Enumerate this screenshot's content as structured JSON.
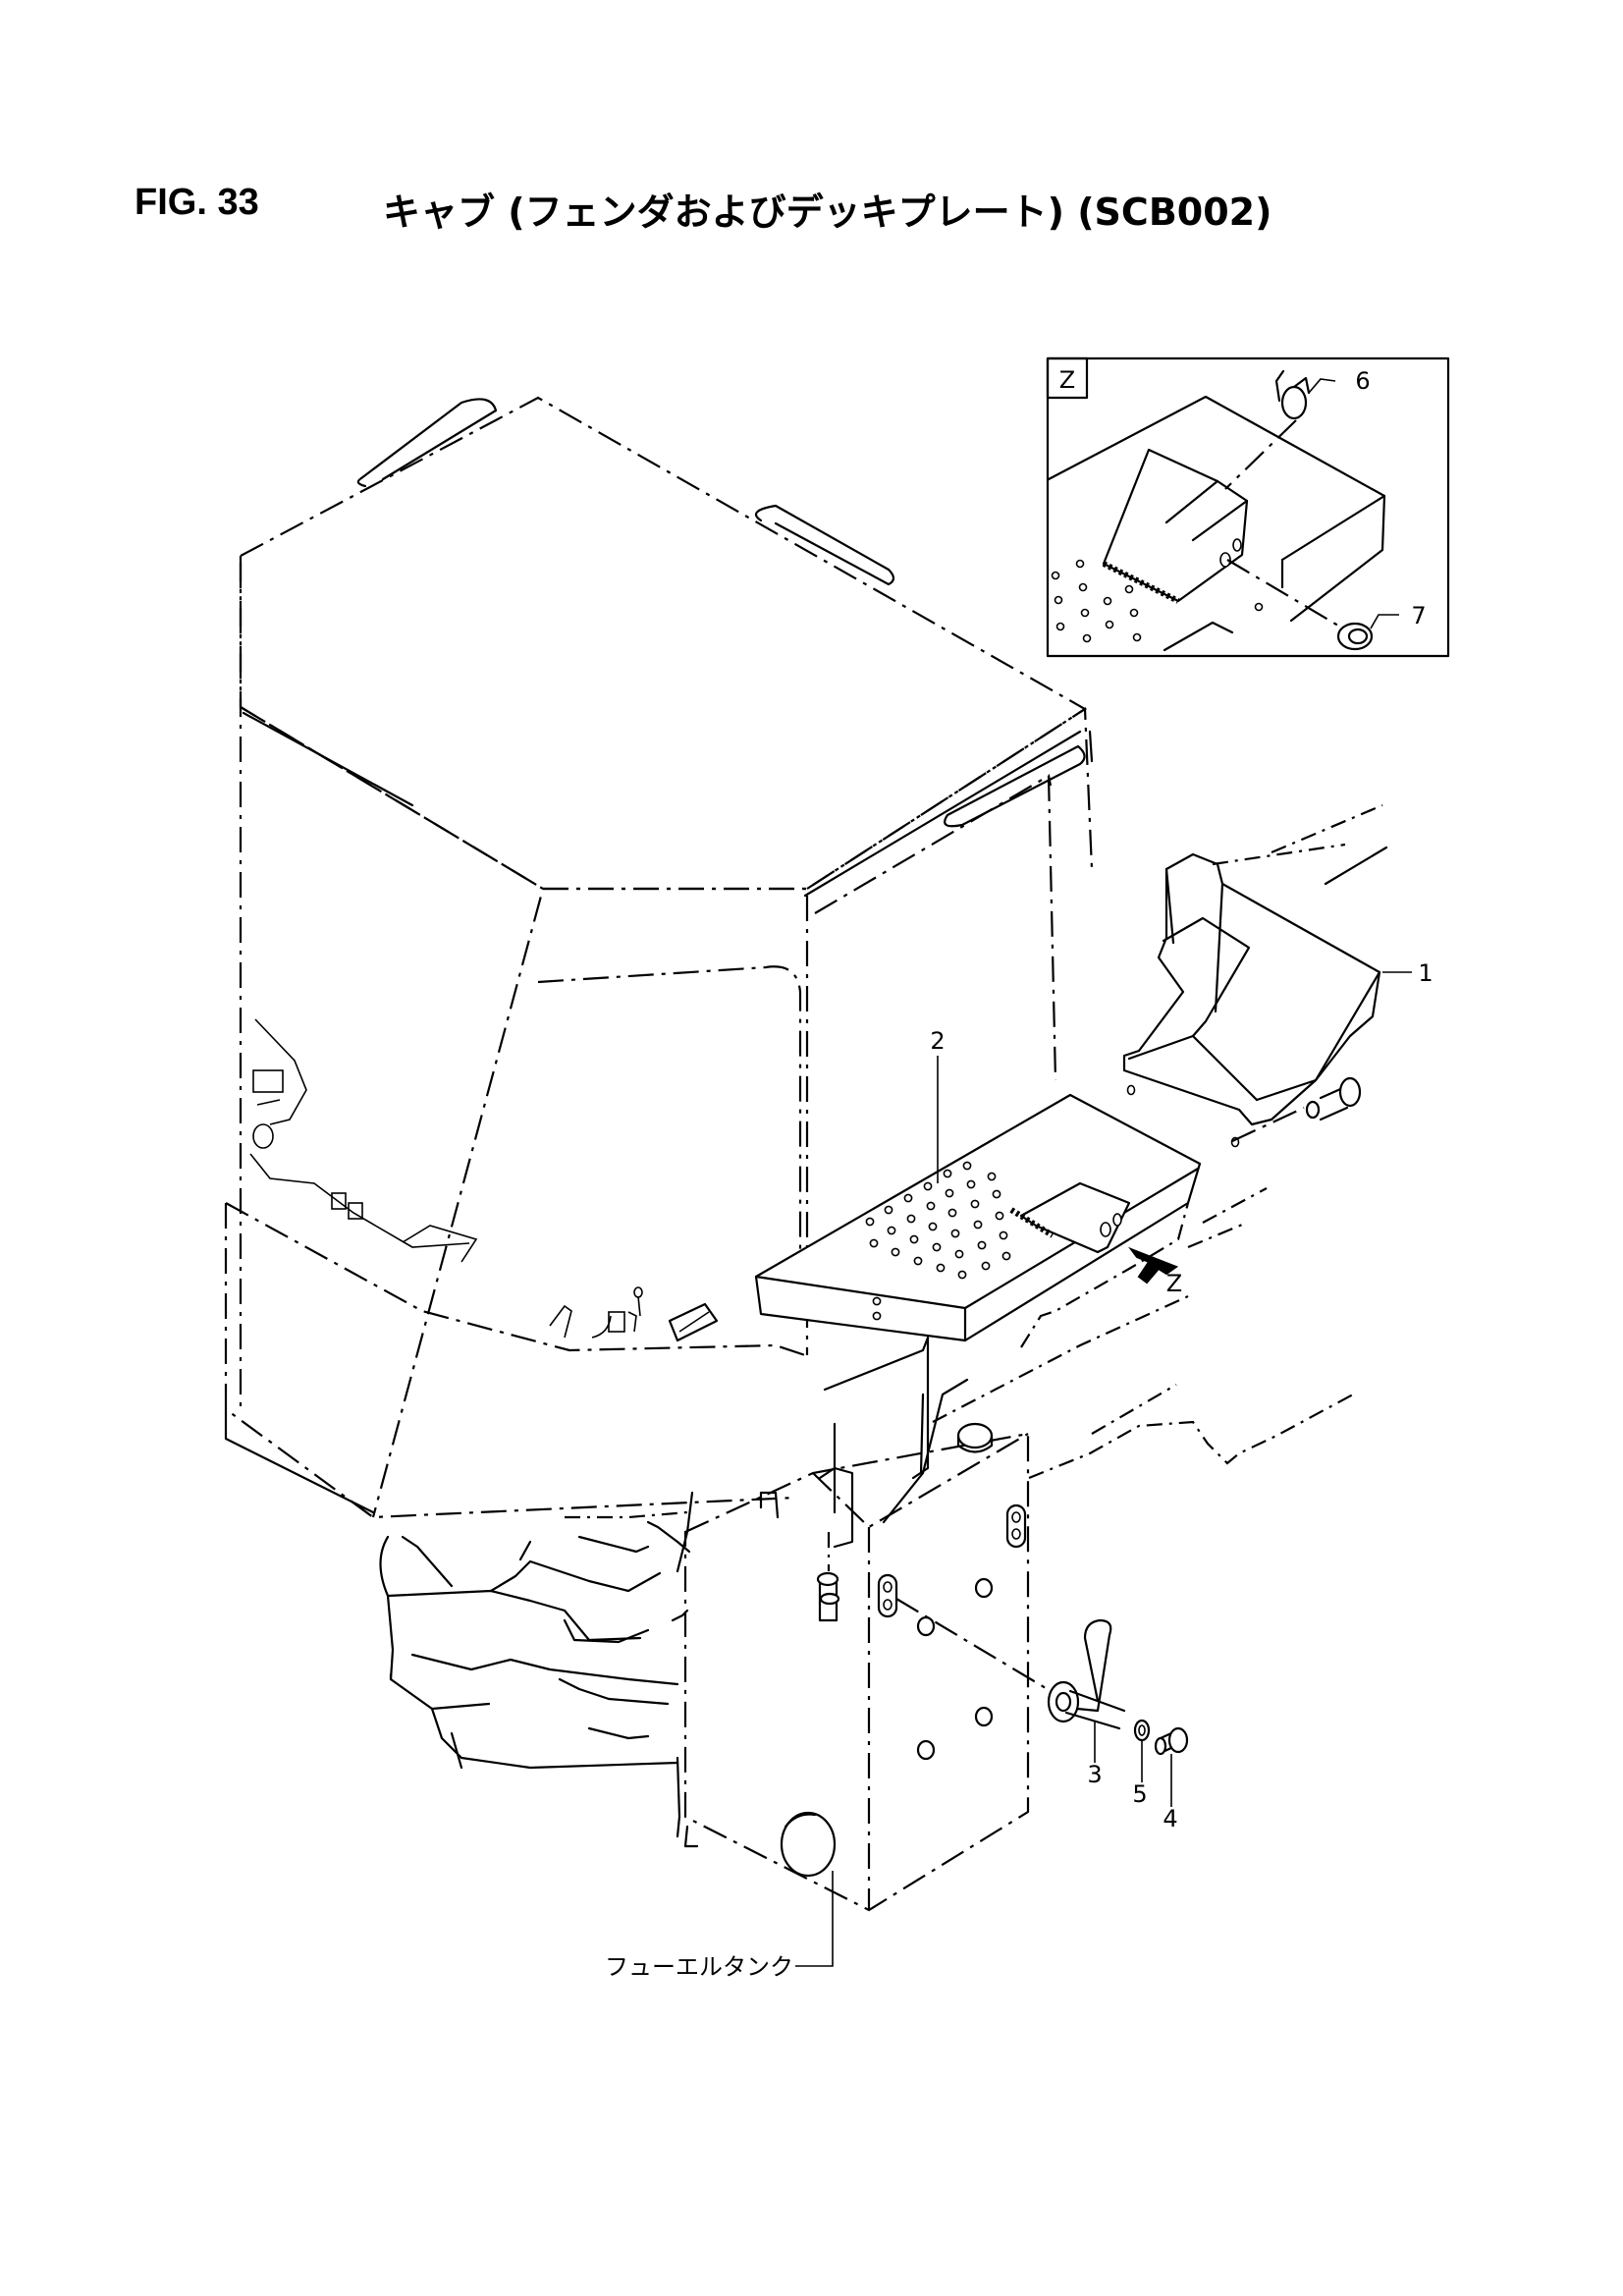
{
  "header": {
    "fig_number": "FIG. 33",
    "title": "キャブ (フェンダおよびデッキプレート) (SCB002)"
  },
  "detail_view": {
    "view_label": "Z"
  },
  "callouts": {
    "c1": "1",
    "c2": "2",
    "c3": "3",
    "c4": "4",
    "c5": "5",
    "c6": "6",
    "c7": "7",
    "view_arrow": "Z"
  },
  "labels": {
    "fuel_tank": "フューエルタンク"
  }
}
